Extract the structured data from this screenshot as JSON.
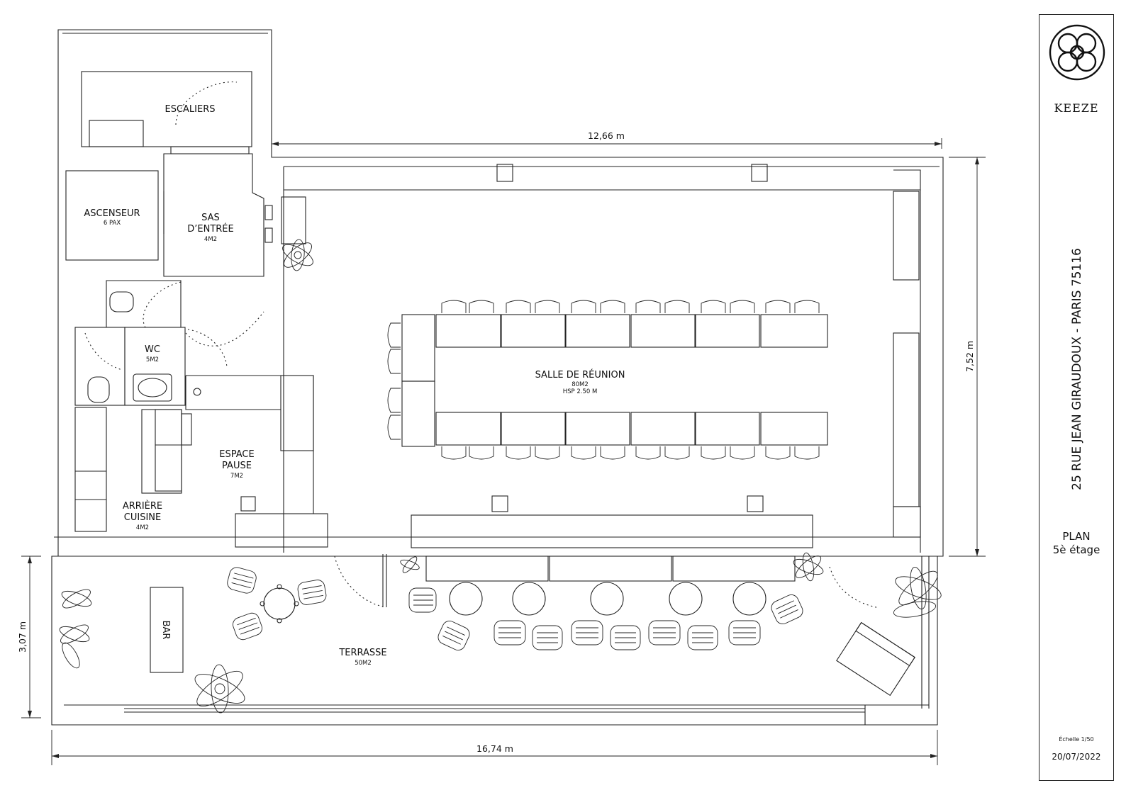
{
  "rooms": {
    "escaliers": {
      "name": "ESCALIERS"
    },
    "ascenseur": {
      "name": "ASCENSEUR",
      "info": "6 PAX"
    },
    "sas": {
      "name_line1": "SAS",
      "name_line2": "D’ENTRÉE",
      "area": "4M2"
    },
    "wc": {
      "name": "WC",
      "area": "5M2"
    },
    "espace_pause": {
      "name_line1": "ESPACE",
      "name_line2": "PAUSE",
      "area": "7M2"
    },
    "arriere_cuisine": {
      "name_line1": "ARRIÈRE",
      "name_line2": "CUISINE",
      "area": "4M2"
    },
    "salle": {
      "name": "SALLE DE RÉUNION",
      "area": "80M2",
      "height": "HSP 2.50 M"
    },
    "terrasse": {
      "name": "TERRASSE",
      "area": "50M2"
    },
    "bar": {
      "name": "BAR"
    }
  },
  "dimensions": {
    "top_width": "12,66 m",
    "right_height": "7,52 m",
    "left_height": "3,07 m",
    "bottom_width": "16,74 m"
  },
  "titleblock": {
    "brand": "KEEZE",
    "address": "25 RUE JEAN GIRAUDOUX - PARIS 75116",
    "plan_line1": "PLAN",
    "plan_line2": "5è étage",
    "scale": "Échelle 1/50",
    "date": "20/07/2022"
  },
  "icons": [
    "keeze-logo-icon"
  ]
}
